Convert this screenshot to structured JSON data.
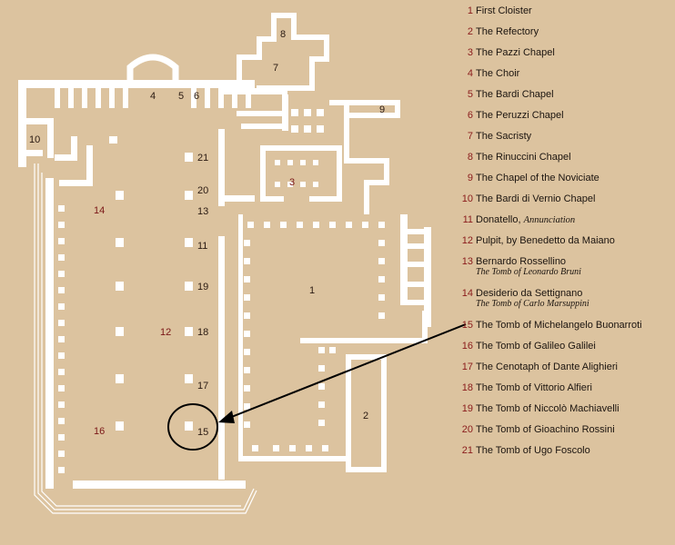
{
  "plan_labels": {
    "n1": "1",
    "n2": "2",
    "n3": "3",
    "n4": "4",
    "n5": "5",
    "n6": "6",
    "n7": "7",
    "n8": "8",
    "n9": "9",
    "n10": "10",
    "n11": "11",
    "n12": "12",
    "n13": "13",
    "n14": "14",
    "n15": "15",
    "n16": "16",
    "n17": "17",
    "n18": "18",
    "n19": "19",
    "n20": "20",
    "n21": "21"
  },
  "legend": [
    {
      "num": "1",
      "title": "First Cloister"
    },
    {
      "num": "2",
      "title": "The Refectory"
    },
    {
      "num": "3",
      "title": "The Pazzi Chapel"
    },
    {
      "num": "4",
      "title": "The Choir"
    },
    {
      "num": "5",
      "title": "The Bardi Chapel"
    },
    {
      "num": "6",
      "title": "The Peruzzi Chapel"
    },
    {
      "num": "7",
      "title": "The Sacristy"
    },
    {
      "num": "8",
      "title": "The Rinuccini Chapel"
    },
    {
      "num": "9",
      "title": "The Chapel of the Noviciate"
    },
    {
      "num": "10",
      "title": "The Bardi di Vernio Chapel"
    },
    {
      "num": "11",
      "title": "Donatello,",
      "note": "Annunciation"
    },
    {
      "num": "12",
      "title": "Pulpit, by Benedetto da Maiano"
    },
    {
      "num": "13",
      "title": "Bernardo Rossellino",
      "sub": "The Tomb of Leonardo Bruni"
    },
    {
      "num": "14",
      "title": "Desiderio da Settignano",
      "sub": "The Tomb of Carlo Marsuppini"
    },
    {
      "num": "15",
      "title": "The Tomb of Michelangelo Buonarroti"
    },
    {
      "num": "16",
      "title": "The Tomb of  Galileo Galilei"
    },
    {
      "num": "17",
      "title": "The Cenotaph of Dante Alighieri"
    },
    {
      "num": "18",
      "title": "The Tomb of Vittorio Alfieri"
    },
    {
      "num": "19",
      "title": "The Tomb of Niccolò Machiavelli"
    },
    {
      "num": "20",
      "title": "The Tomb of Gioachino Rossini"
    },
    {
      "num": "21",
      "title": "The Tomb of Ugo Foscolo"
    }
  ],
  "colors": {
    "background": "#dcc39f",
    "walls": "#ffffff",
    "label": "#2a1a12",
    "highlight_number": "#8a1b1b",
    "annotation": "#000000"
  },
  "annotation": {
    "highlighted_item": "15",
    "marker": "circle-with-arrow"
  }
}
